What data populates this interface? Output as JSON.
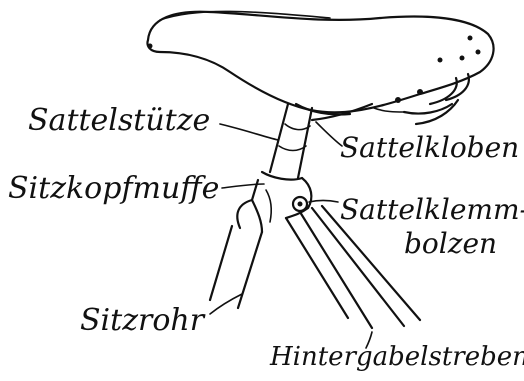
{
  "diagram": {
    "labels": {
      "seatpost": "Sattelstütze",
      "seat_lug": "Sitzkopfmuffe",
      "saddle_clamp": "Sattelkloben",
      "clamp_bolt_line1": "Sattelklemm-",
      "clamp_bolt_line2": "bolzen",
      "seat_tube": "Sitzrohr",
      "seat_stays": "Hintergabelstreben"
    },
    "ink_color": "#111111"
  }
}
